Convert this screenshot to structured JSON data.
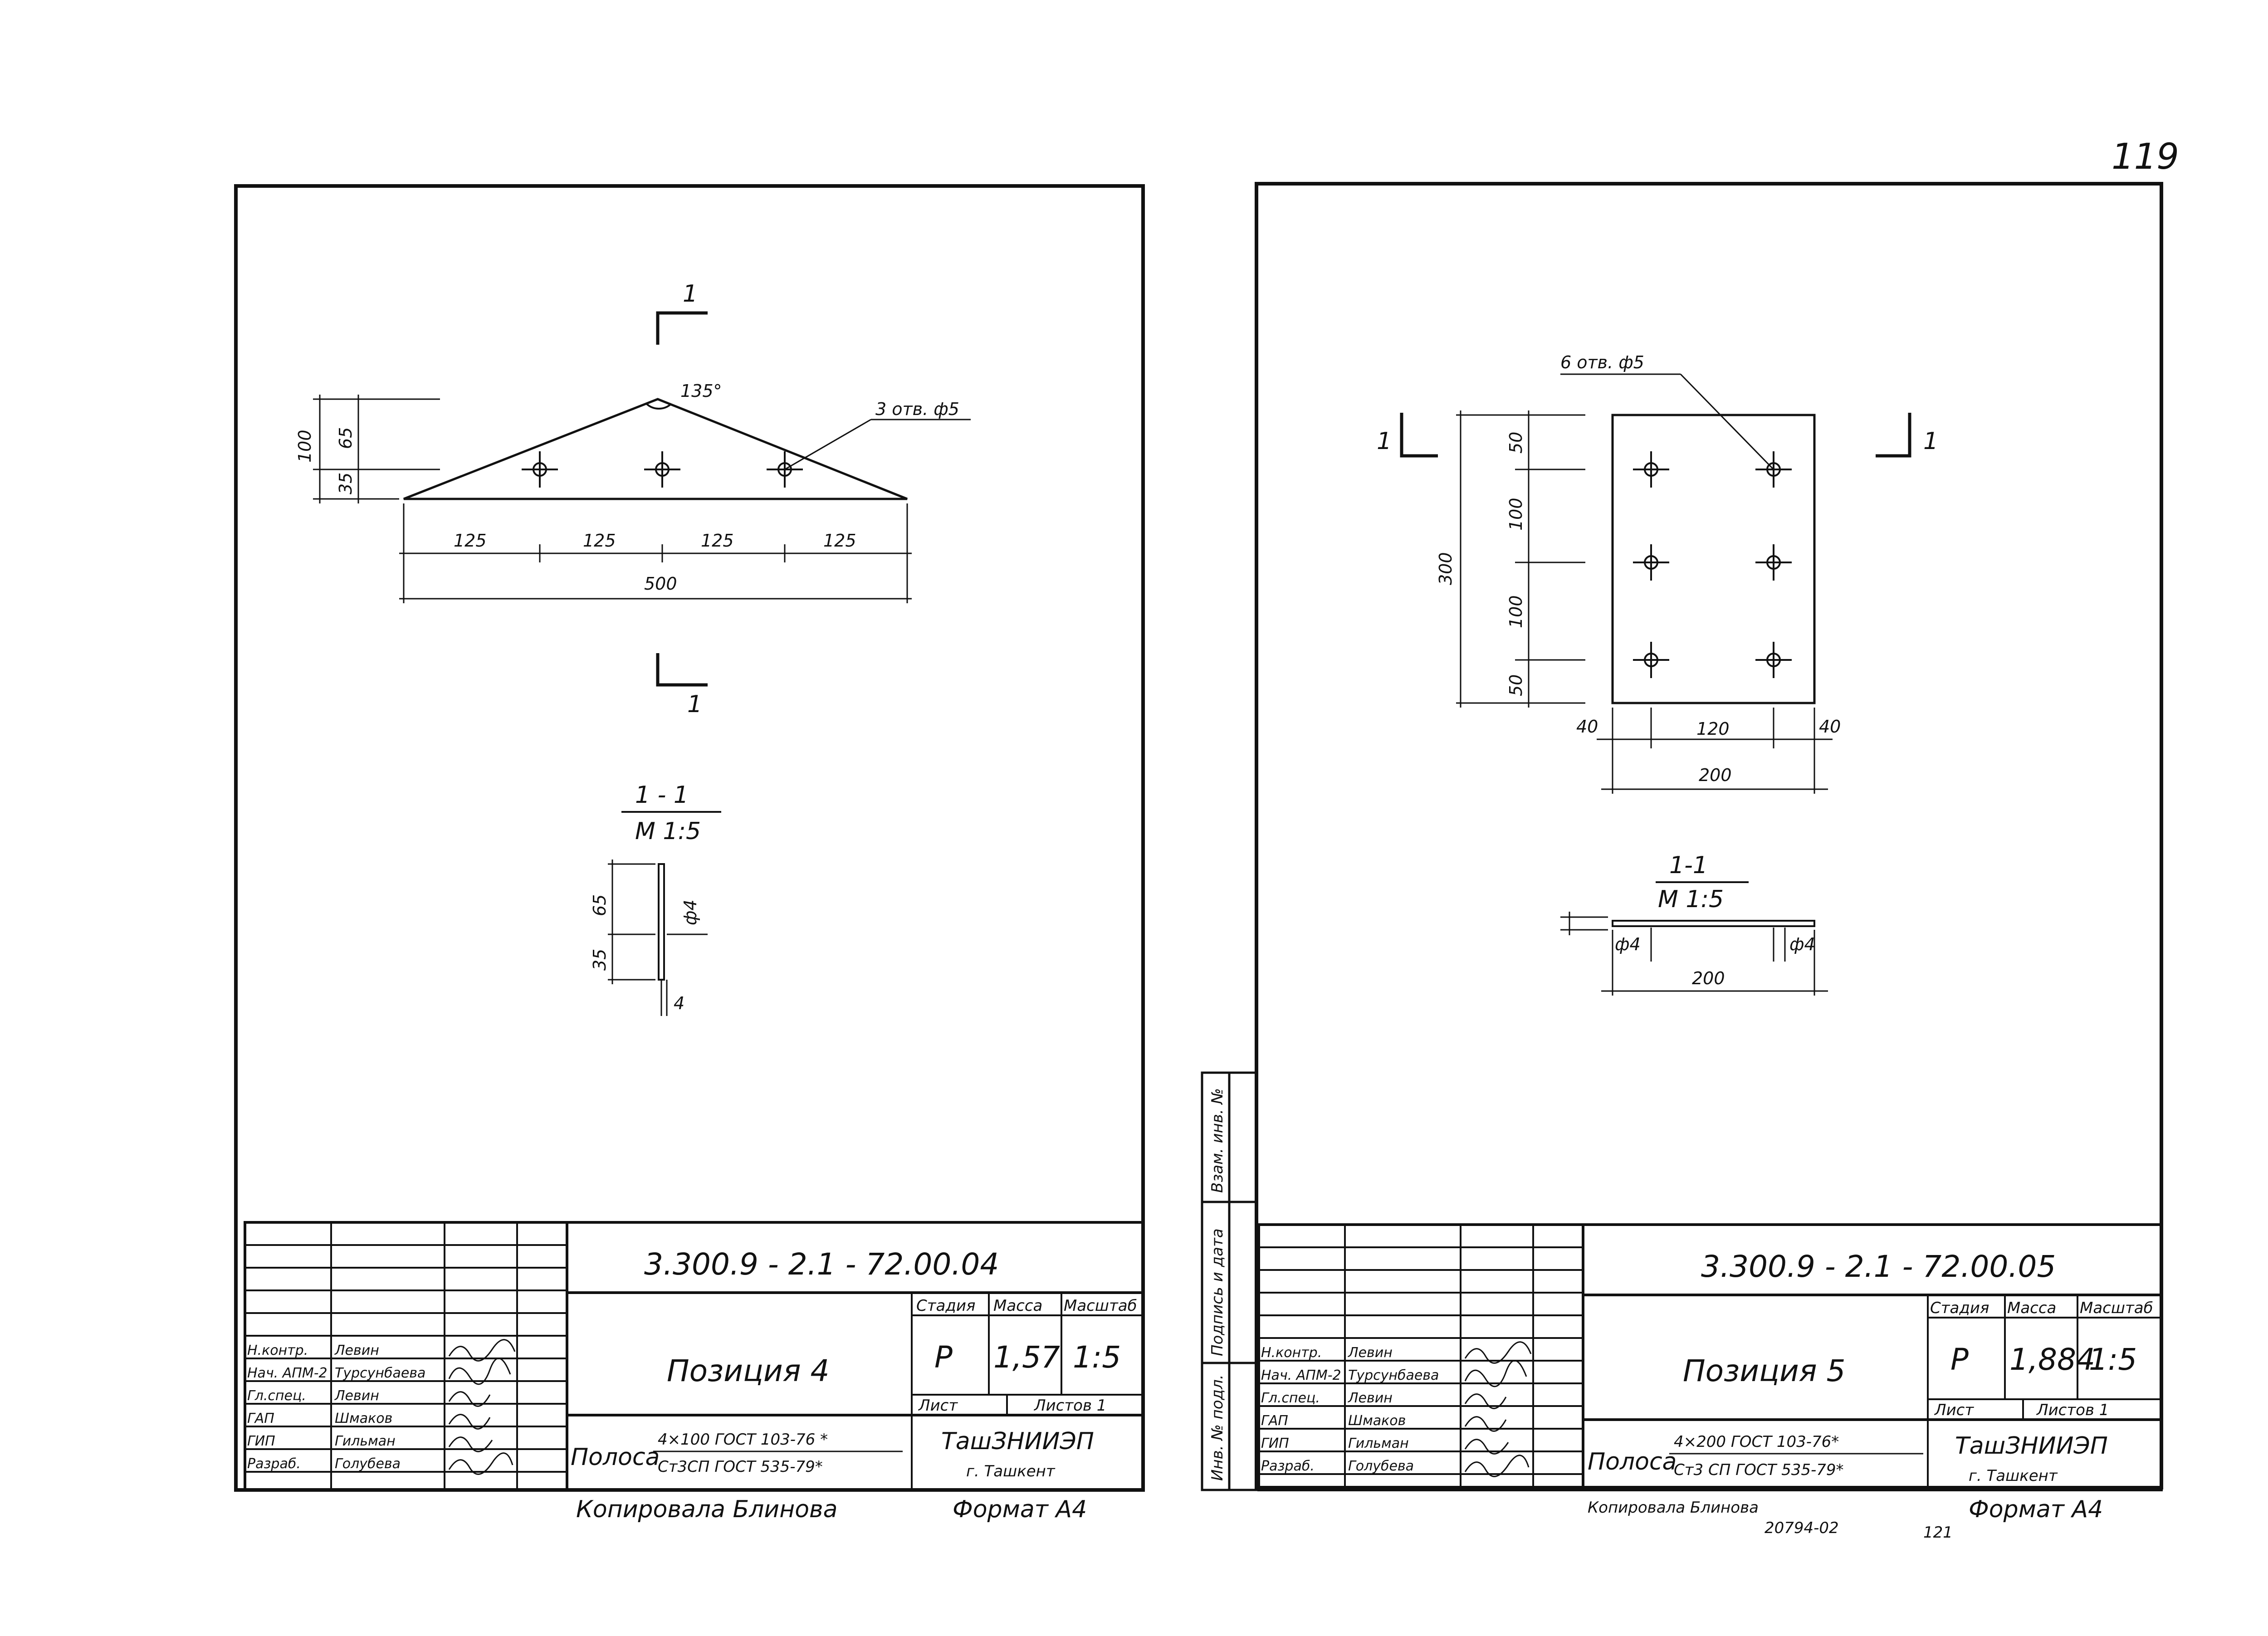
{
  "page_number": "119",
  "sheet_left": {
    "drawing": {
      "section_mark": "1",
      "angle": "135°",
      "holes_note": "3 отв. ф5",
      "dims_vertical": [
        "100",
        "65",
        "35"
      ],
      "dims_horizontal": [
        "125",
        "125",
        "125",
        "125"
      ],
      "dim_total": "500",
      "section_title": "1 - 1",
      "section_scale": "М 1:5",
      "section_dims": [
        "65",
        "35",
        "ф4",
        "4"
      ]
    },
    "title_block": {
      "code": "3.300.9 - 2.1 - 72.00.04",
      "name": "Позиция 4",
      "headers": {
        "stage": "Стадия",
        "mass": "Масса",
        "scale": "Масштаб"
      },
      "values": {
        "stage": "Р",
        "mass": "1,57",
        "scale": "1:5"
      },
      "sheet_label": "Лист",
      "sheets_label": "Листов 1",
      "org": "ТашЗНИИЭП",
      "city": "г. Ташкент",
      "material_prefix": "Полоса",
      "material_top": "4×100 ГОСТ 103-76 *",
      "material_bottom": "Ст3СП ГОСТ 535-79*",
      "roles": [
        "Н.контр.",
        "Нач. АПМ-2",
        "Гл.спец.",
        "ГАП",
        "ГИП",
        "Разраб."
      ],
      "people": [
        "Левин",
        "Турсунбаева",
        "Левин",
        "Шмаков",
        "Гильман",
        "Голубева"
      ]
    },
    "footer": {
      "copied": "Копировала Блинова",
      "format": "Формат А4"
    }
  },
  "sheet_right": {
    "drawing": {
      "section_mark": "1",
      "holes_note": "6 отв. ф5",
      "dims_vertical": [
        "50",
        "100",
        "100",
        "50"
      ],
      "dim_height": "300",
      "dims_horizontal": [
        "40",
        "120",
        "40"
      ],
      "dim_total": "200",
      "section_title": "1-1",
      "section_scale": "М 1:5",
      "section_dims": [
        "ф4",
        "ф4",
        "200"
      ]
    },
    "side_stamp": [
      "Взам. инв. №",
      "Подпись и дата",
      "Инв. № подл."
    ],
    "title_block": {
      "code": "3.300.9 - 2.1 - 72.00.05",
      "name": "Позиция 5",
      "headers": {
        "stage": "Стадия",
        "mass": "Масса",
        "scale": "Масштаб"
      },
      "values": {
        "stage": "Р",
        "mass": "1,884",
        "scale": "1:5"
      },
      "sheet_label": "Лист",
      "sheets_label": "Листов 1",
      "org": "ТашЗНИИЭП",
      "city": "г. Ташкент",
      "material_prefix": "Полоса",
      "material_top": "4×200 ГОСТ 103-76*",
      "material_bottom": "Ст3 СП ГОСТ 535-79*",
      "roles": [
        "Н.контр.",
        "Нач. АПМ-2",
        "Гл.спец.",
        "ГАП",
        "ГИП",
        "Разраб."
      ],
      "people": [
        "Левин",
        "Турсунбаева",
        "Левин",
        "Шмаков",
        "Гильман",
        "Голубева"
      ]
    },
    "footer": {
      "copied": "Копировала Блинова",
      "format": "Формат А4",
      "archive": "20794-02",
      "extra": "121"
    }
  }
}
